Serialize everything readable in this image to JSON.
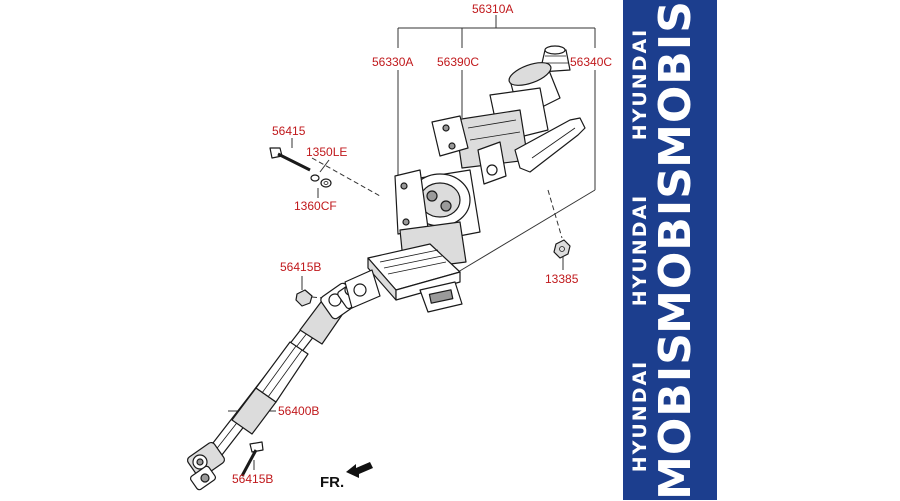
{
  "diagram": {
    "labels": {
      "p56310A": "56310A",
      "p56330A": "56330A",
      "p56390C": "56390C",
      "p56340C": "56340C",
      "p56415": "56415",
      "p1350LE": "1350LE",
      "p1360CF": "1360CF",
      "p13385": "13385",
      "p56415B_top": "56415B",
      "p56400B": "56400B",
      "p56415B_bottom": "56415B",
      "fr": "FR."
    }
  },
  "watermark": {
    "brand_top": "HYUNDAI",
    "brand_main": "MOBIS",
    "background_color": "#1c3e8e",
    "text_color": "#ffffff"
  },
  "colors": {
    "label_red": "#c0191c",
    "line_dark": "#1a1a1a"
  }
}
